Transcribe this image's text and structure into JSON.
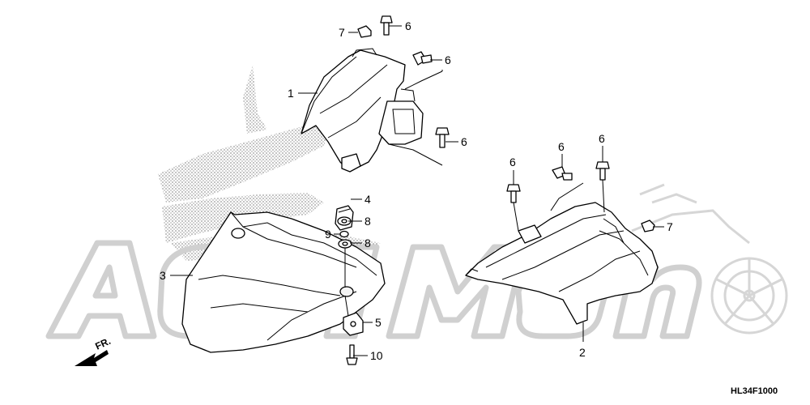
{
  "watermark": {
    "text": ""
  },
  "callouts": {
    "c1": "1",
    "c2": "2",
    "c3": "3",
    "c4": "4",
    "c5": "5",
    "c6a": "6",
    "c6b": "6",
    "c6c": "6",
    "c6d": "6",
    "c6e": "6",
    "c6f": "6",
    "c7a": "7",
    "c7b": "7",
    "c8a": "8",
    "c8b": "8",
    "c9": "9",
    "c10": "10"
  },
  "direction_label": "FR.",
  "diagram_code": "HL34F1000"
}
